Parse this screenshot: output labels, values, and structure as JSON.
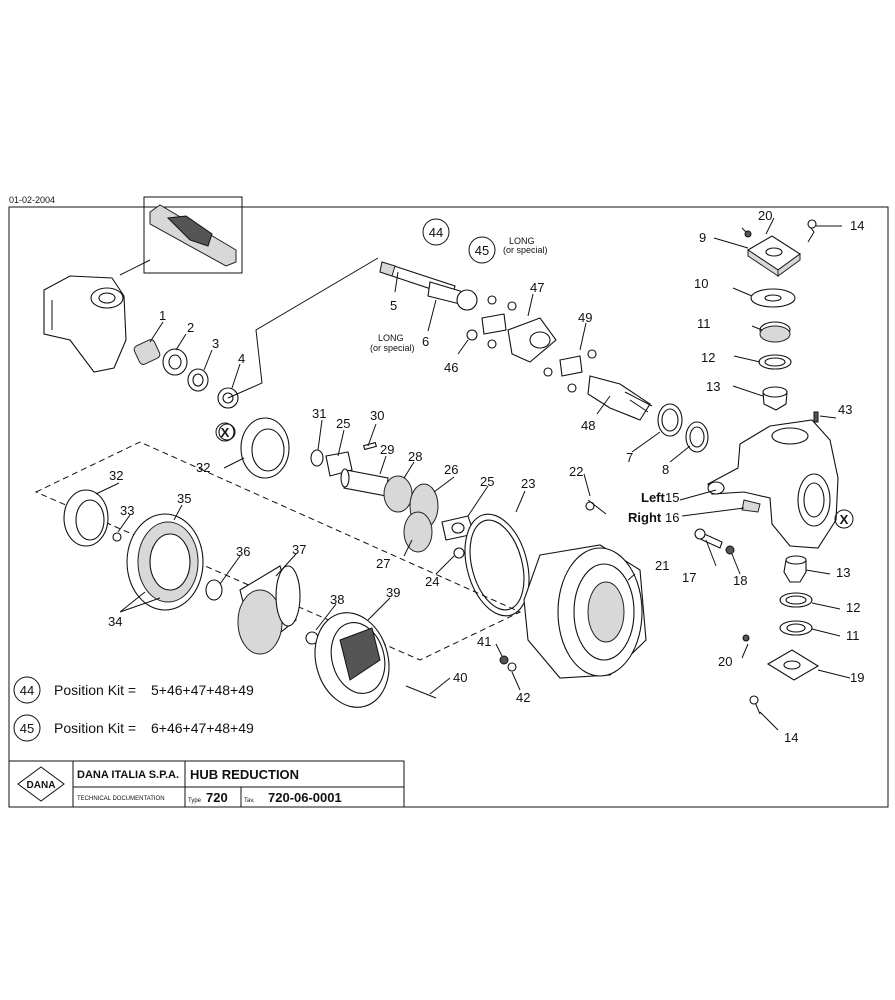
{
  "date": "01-02-2004",
  "notes": {
    "long_top": "LONG",
    "or_special_top": "(or special)",
    "long_left": "LONG",
    "or_special_left": "(or special)"
  },
  "side_labels": {
    "left": "Left",
    "right": "Right"
  },
  "callouts": [
    "1",
    "2",
    "3",
    "4",
    "5",
    "6",
    "7",
    "8",
    "9",
    "10",
    "11",
    "11",
    "12",
    "12",
    "13",
    "13",
    "14",
    "14",
    "15",
    "16",
    "17",
    "18",
    "19",
    "20",
    "20",
    "21",
    "22",
    "23",
    "24",
    "25",
    "25",
    "26",
    "27",
    "28",
    "29",
    "30",
    "31",
    "32",
    "32",
    "33",
    "34",
    "35",
    "36",
    "37",
    "38",
    "39",
    "40",
    "41",
    "42",
    "43",
    "44",
    "45",
    "46",
    "47",
    "48",
    "49"
  ],
  "circled_callouts": {
    "c44": "44",
    "c45": "45",
    "x1": "X",
    "x2": "X"
  },
  "kits": [
    {
      "number": "44",
      "label": "Position Kit =",
      "value": "5+46+47+48+49"
    },
    {
      "number": "45",
      "label": "Position Kit =",
      "value": "6+46+47+48+49"
    }
  ],
  "title_block": {
    "logo": "DANA",
    "company": "DANA ITALIA S.P.A.",
    "doc": "TECHNICAL DOCUMENTATION",
    "type_label": "Type",
    "type_value": "720",
    "tav_label": "Tav.",
    "tav_value": "720-06-0001",
    "title": "HUB REDUCTION"
  }
}
